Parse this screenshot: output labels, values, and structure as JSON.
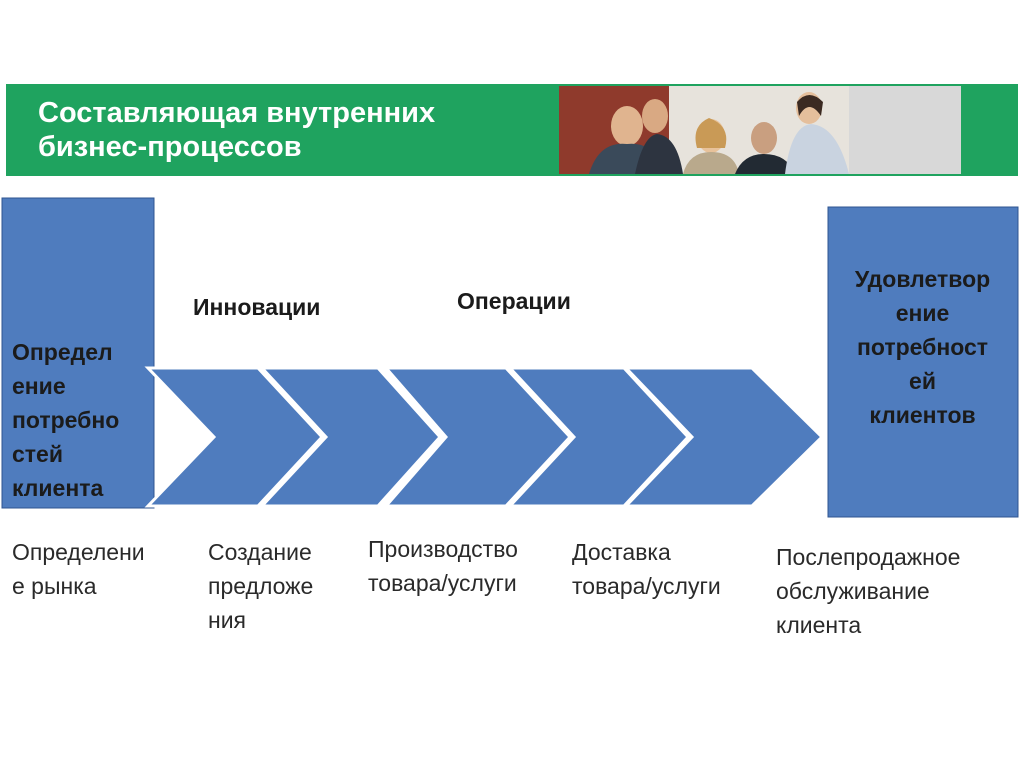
{
  "header": {
    "title": "Составляющая внутренних\nбизнес-процессов",
    "accent_color": "#1fa35f"
  },
  "diagram": {
    "box_color": "#4f7cbe",
    "left_box": "Определ\nение\nпотребно\nстей\nклиента",
    "right_box": "Удовлетвор\nение\nпотребност\nей\nклиентов",
    "phases": [
      "Инновации",
      "Операции"
    ],
    "steps": [
      "Определени\nе рынка",
      "Создание\nпредложе\nния",
      "Производство\nтовара/услуги",
      "Доставка\nтовара/услуги",
      "Послепродажное\nобслуживание\nклиента"
    ]
  }
}
